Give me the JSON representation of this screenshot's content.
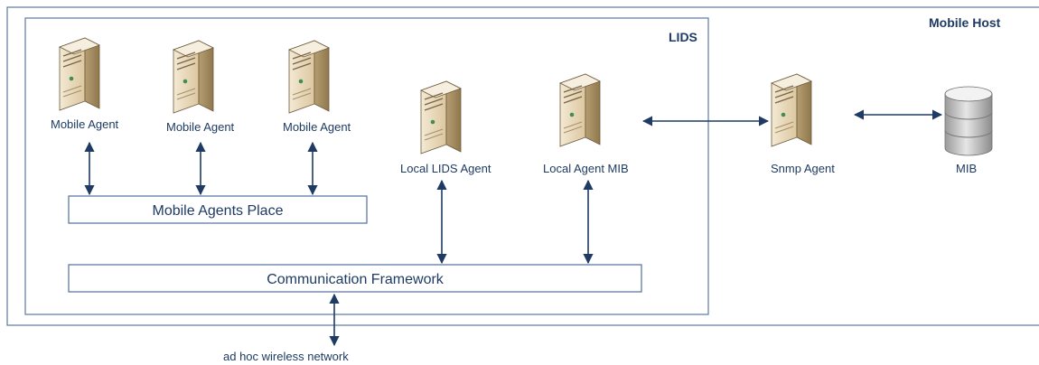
{
  "mobile_host_label": "Mobile Host",
  "lids_label": "LIDS",
  "mobile_agents": [
    {
      "label": "Mobile Agent"
    },
    {
      "label": "Mobile Agent"
    },
    {
      "label": "Mobile Agent"
    }
  ],
  "local_lids_agent_label": "Local LIDS Agent",
  "local_agent_mib_label": "Local Agent MIB",
  "snmp_agent_label": "Snmp Agent",
  "mib_label": "MIB",
  "mobile_agents_place_label": "Mobile Agents Place",
  "communication_framework_label": "Communication Framework",
  "network_label": "ad hoc wireless network",
  "colors": {
    "server_front": "#e9dcc2",
    "server_side": "#c8b38c",
    "server_top": "#f4ecdc",
    "arrow": "#1f3b63",
    "frame": "#5a7aa6"
  }
}
